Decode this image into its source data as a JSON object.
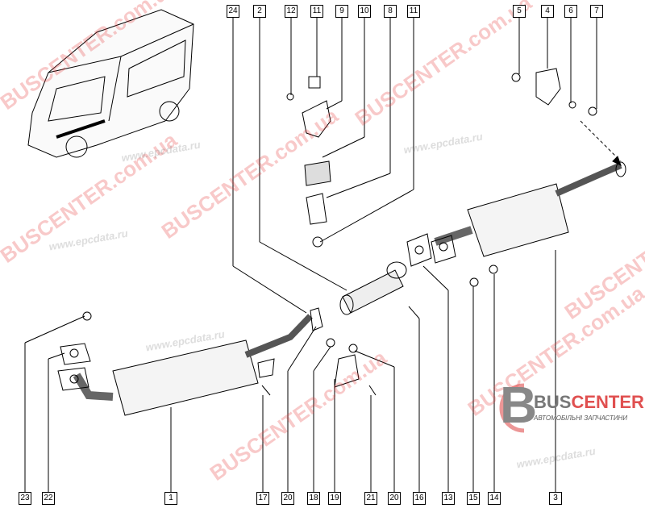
{
  "callouts": {
    "top": [
      "24",
      "2",
      "12",
      "11",
      "9",
      "10",
      "8",
      "11",
      "5",
      "4",
      "6",
      "7"
    ],
    "bottom": [
      "23",
      "22",
      "1",
      "17",
      "20",
      "18",
      "19",
      "21",
      "20",
      "16",
      "13",
      "15",
      "14",
      "3"
    ]
  },
  "watermarks": {
    "brand": "BUSCENTER.com.ua",
    "site": "www.epcdata.ru"
  },
  "logo": {
    "letter": "B",
    "name_part1": "BUS",
    "name_part2": "CENTER",
    "tagline": "АВТОМОБІЛЬНІ ЗАПЧАСТИНИ"
  },
  "colors": {
    "watermark": "#e03c3c",
    "line": "#000000"
  }
}
